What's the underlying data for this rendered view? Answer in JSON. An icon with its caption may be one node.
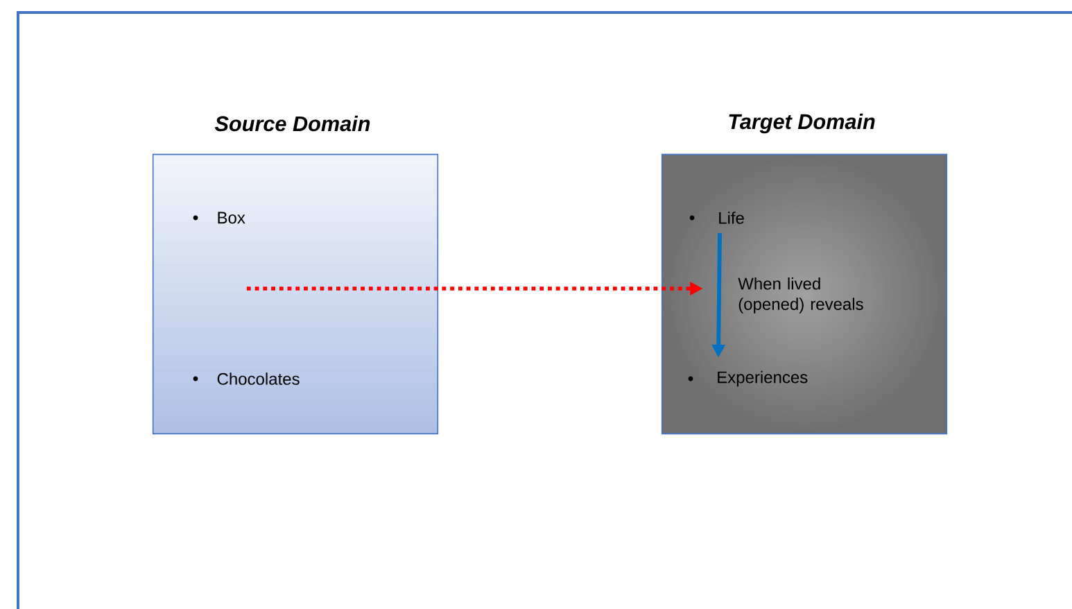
{
  "diagram": {
    "nodes": [
      {
        "text": [
          "Source Domain",
          "Box",
          "Chocolates"
        ]
      },
      {
        "text": [
          "Target Domain"
        ]
      },
      {
        "text": [
          "Life"
        ],
        "in": 1
      },
      {
        "text": [
          "Experiences"
        ],
        "in": 1
      }
    ],
    "edges": [
      {
        "from": 0,
        "to": 1,
        "arrow": "to",
        "style": "dashed",
        "color": "#ff0000"
      },
      {
        "from": 2,
        "to": 3,
        "arrow": "to",
        "label": "When lived (opened) reveals",
        "color": "#0070c0"
      }
    ]
  }
}
